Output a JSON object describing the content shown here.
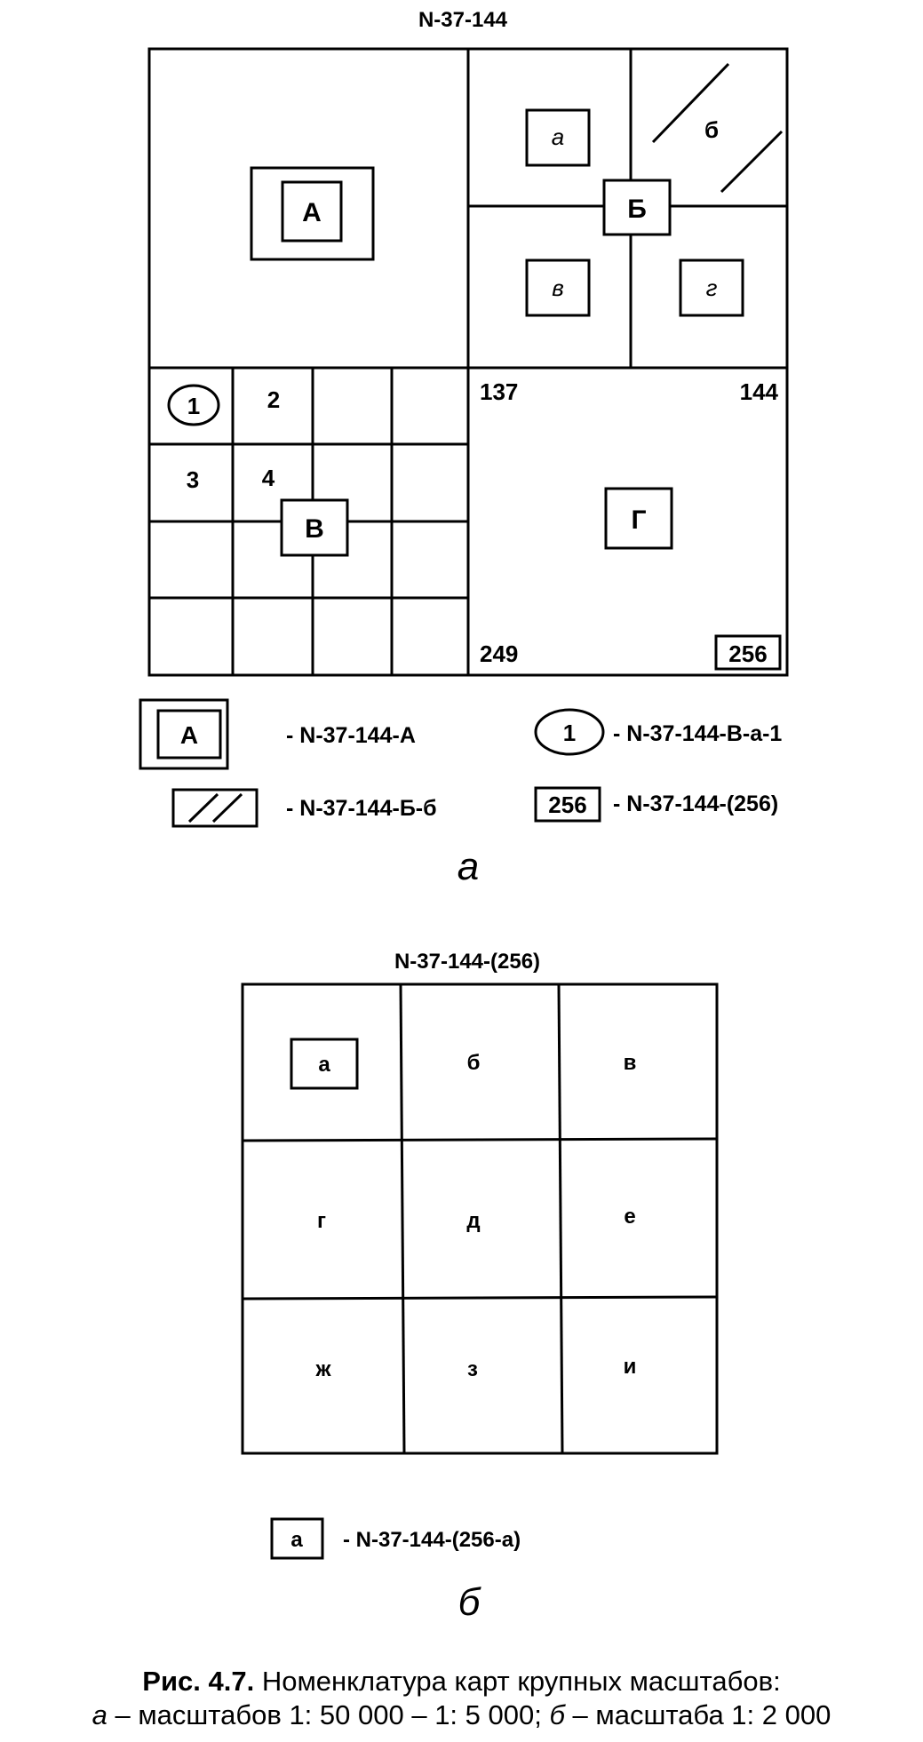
{
  "diagram_a": {
    "title": "N-37-144",
    "quadrants": {
      "A": "А",
      "B": "Б",
      "V": "В",
      "G": "Г"
    },
    "subsheets": {
      "a": "а",
      "b": "б",
      "v": "в",
      "g": "г"
    },
    "grid_numbers": {
      "n1": "1",
      "n2": "2",
      "n3": "3",
      "n4": "4"
    },
    "corner_numbers": {
      "tl": "137",
      "tr": "144",
      "bl": "249",
      "br": "256"
    },
    "legend": {
      "box_a_label": "А",
      "box_a_text": "- N-37-144-А",
      "circle_label": "1",
      "circle_text": "- N-37-144-В-а-1",
      "hatch_text": "- N-37-144-Б-б",
      "box_256_label": "256",
      "box_256_text": "- N-37-144-(256)"
    },
    "panel_letter": "а"
  },
  "diagram_b": {
    "title": "N-37-144-(256)",
    "cells": [
      "а",
      "б",
      "в",
      "г",
      "д",
      "е",
      "ж",
      "з",
      "и"
    ],
    "legend": {
      "box_label": "а",
      "text": "- N-37-144-(256-а)"
    },
    "panel_letter": "б"
  },
  "caption": {
    "fig_label": "Рис. 4.7.",
    "line1": "Номенклатура карт крупных масштабов:",
    "line2_a": "а",
    "line2_mid": "– масштабов 1: 50 000 – 1: 5 000;",
    "line2_b": "б",
    "line2_end": "– масштаба 1: 2 000"
  }
}
